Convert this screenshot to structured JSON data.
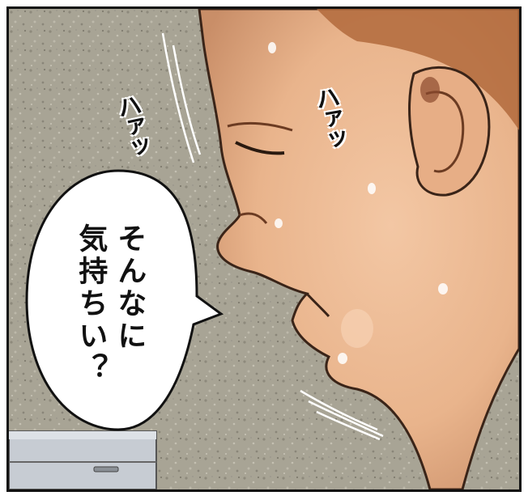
{
  "panel": {
    "dialogue_lines": [
      "そんなに",
      "気持ちい？"
    ],
    "sfx": [
      "ハァッ",
      "ハァッ"
    ]
  }
}
